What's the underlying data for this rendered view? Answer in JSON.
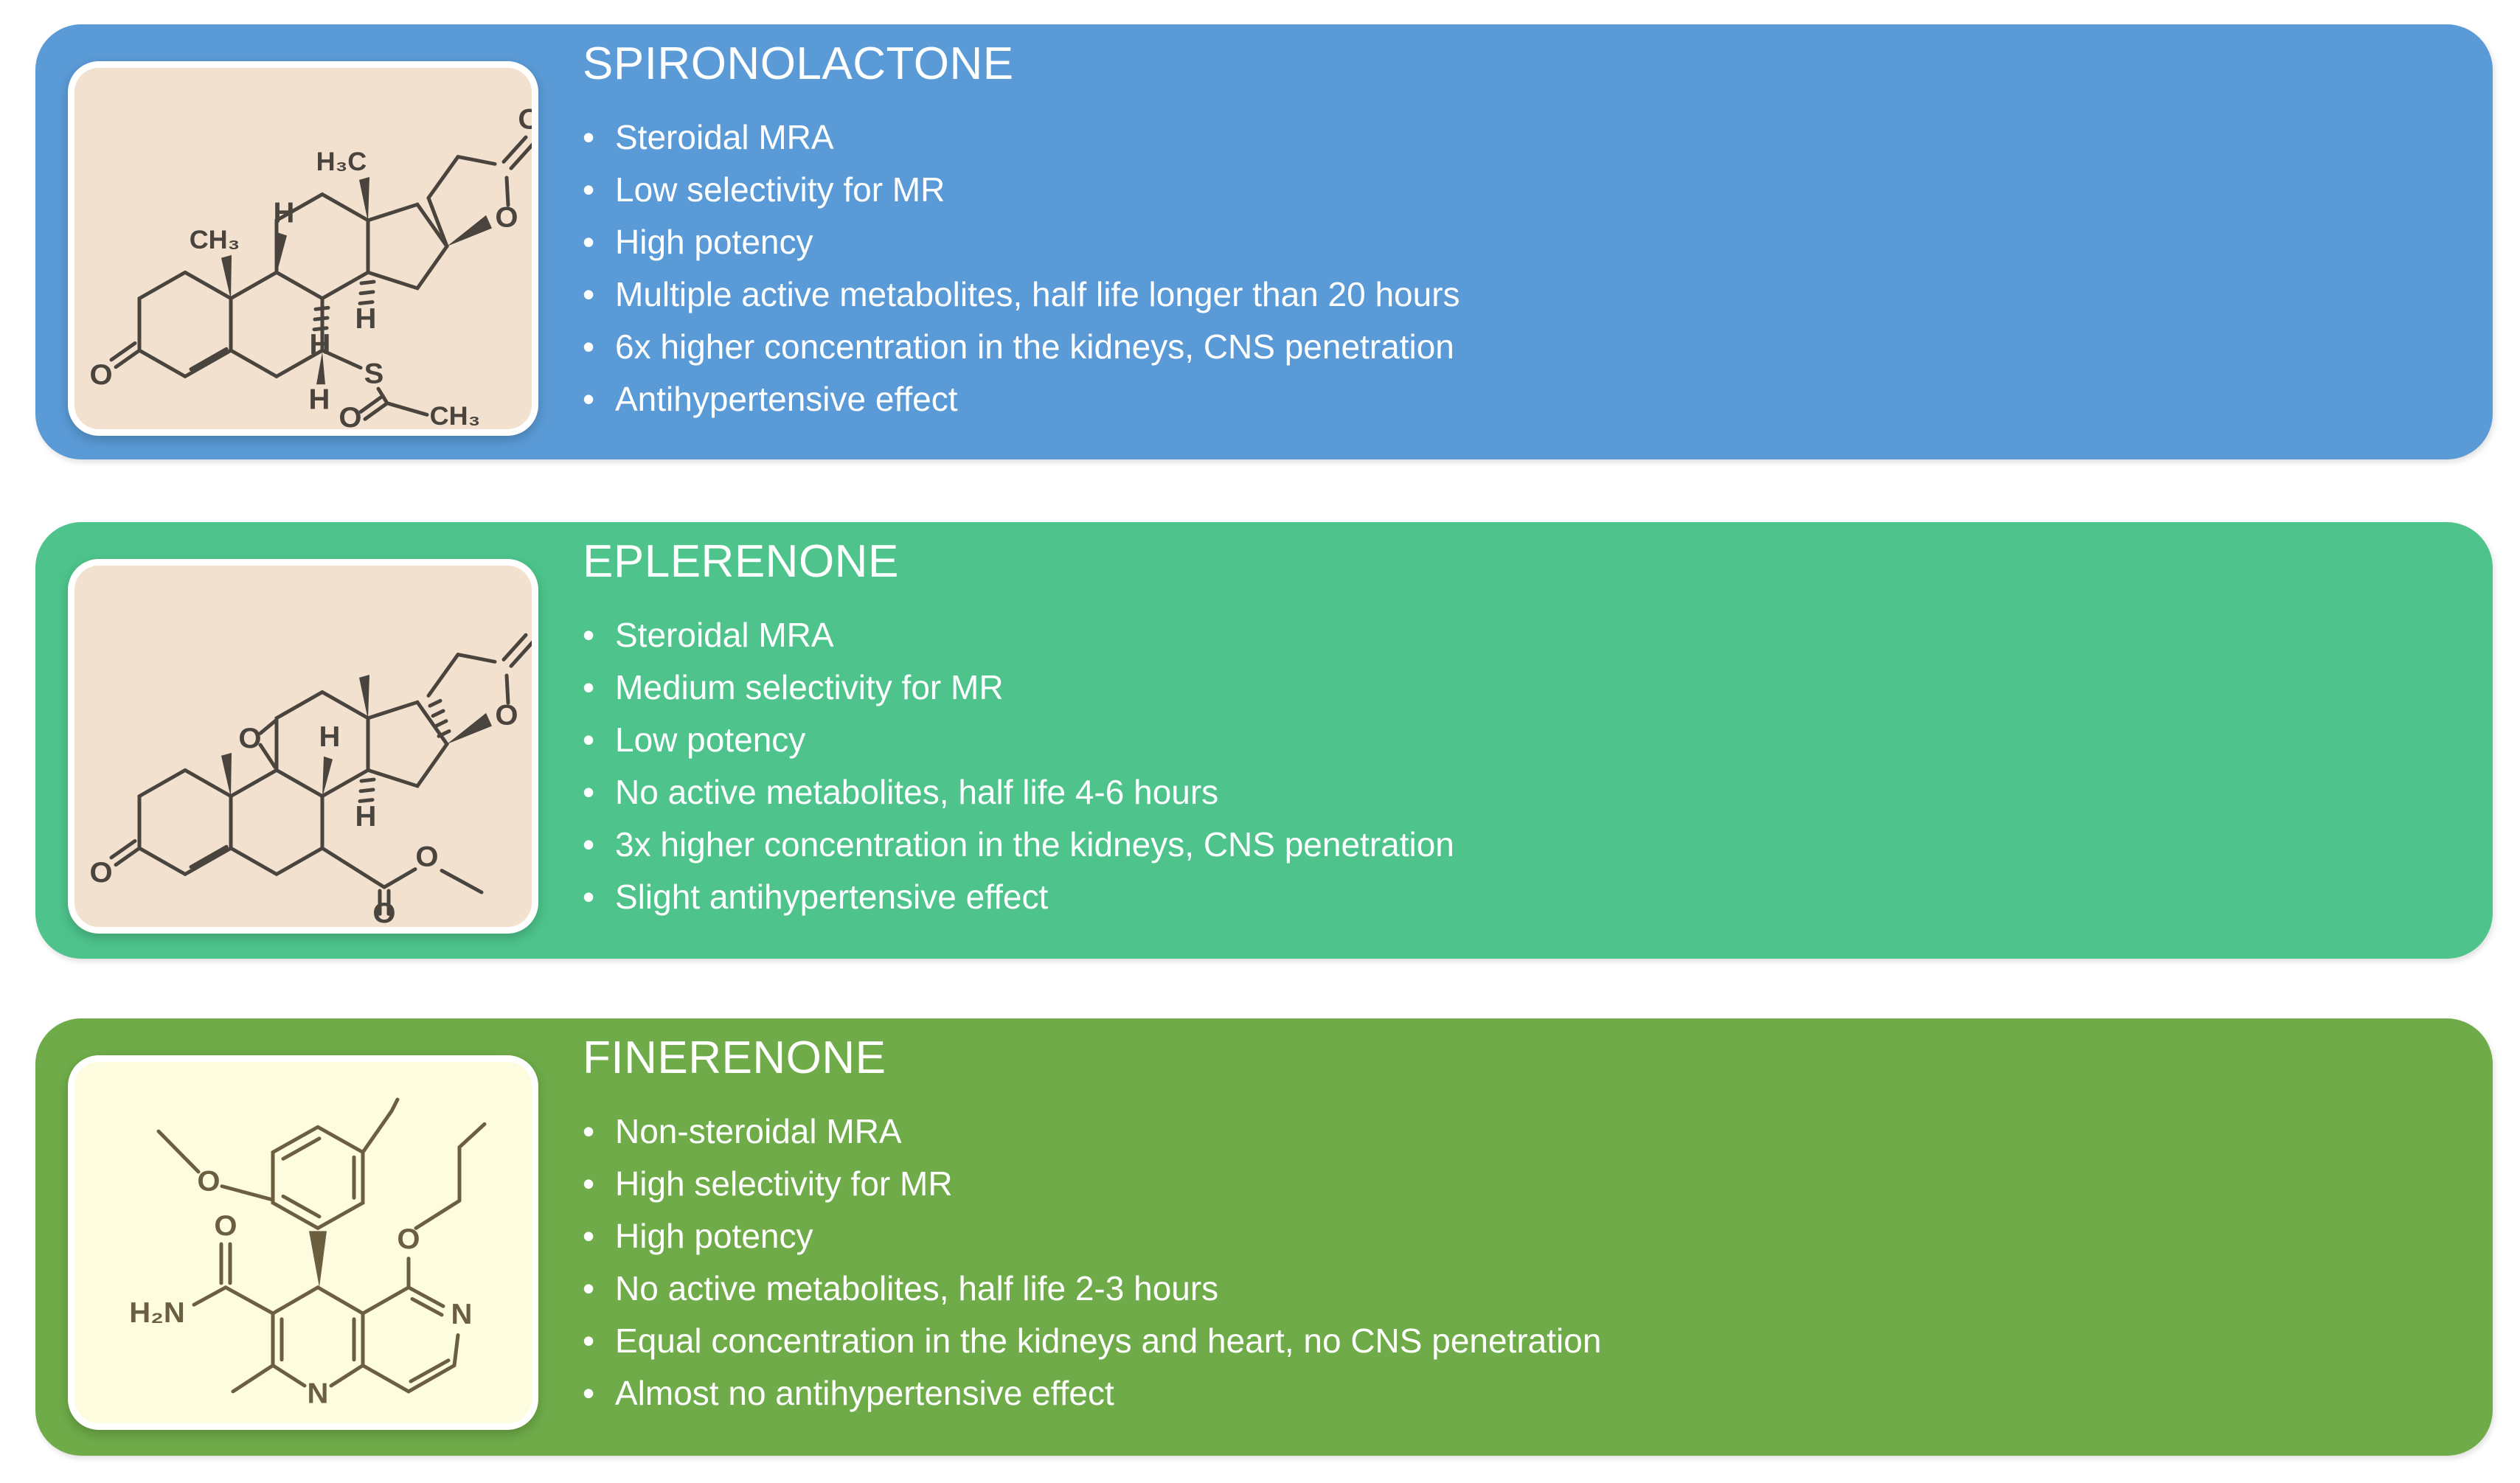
{
  "figure": {
    "description": "Comparison of mineralocorticoid receptor antagonists: spironolactone, eplerenone, finerenone"
  },
  "ui": {
    "bullet_char": "•"
  },
  "panels": [
    {
      "drug": "SPIRONOLACTONE",
      "panel_color": "#5a9bd7",
      "structure_bg": "#f3e1cf",
      "structure_stroke": "#49443d",
      "structure_alt": "Spironolactone chemical structure",
      "atoms": {
        "c13_methyl": "H₃C",
        "c10_methyl": "CH₃",
        "h_c8": "H",
        "h_c9": "H",
        "h_c14": "H",
        "h_c7": "H",
        "lactone_ring_o": "O",
        "lactone_carbonyl_o": "O",
        "ketone_o": "O",
        "thioester_s": "S",
        "acetyl_o": "O",
        "acetyl_methyl": "CH₃"
      },
      "bullets": [
        "Steroidal MRA",
        "Low selectivity for MR",
        "High potency",
        "Multiple active metabolites, half life longer than 20 hours",
        "6x higher concentration in the kidneys, CNS penetration",
        "Antihypertensive effect"
      ]
    },
    {
      "drug": "EPLERENONE",
      "panel_color": "#4ec48c",
      "structure_bg": "#f3e1cf",
      "structure_stroke": "#49443d",
      "structure_alt": "Eplerenone chemical structure",
      "atoms": {
        "epoxide_o": "O",
        "h_c8": "H",
        "h_c14": "H",
        "ketone_o": "O",
        "ester_carbonyl_o": "O",
        "ester_o": "O",
        "lactone_ring_o": "O"
      },
      "bullets": [
        "Steroidal MRA",
        "Medium selectivity for MR",
        "Low potency",
        "No active metabolites, half life 4-6 hours",
        "3x higher concentration in the kidneys, CNS penetration",
        "Slight antihypertensive effect"
      ]
    },
    {
      "drug": "FINERENONE",
      "panel_color": "#6fac49",
      "structure_bg": "#fdfcdf",
      "structure_stroke": "#6b5f40",
      "structure_alt": "Finerenone chemical structure",
      "atoms": {
        "methoxy_o": "O",
        "amide_o": "O",
        "amide_n": "H₂N",
        "ethoxy_o": "O",
        "ring_n_right": "N",
        "ring_n_bottom": "N"
      },
      "bullets": [
        "Non-steroidal MRA",
        "High selectivity for MR",
        "High potency",
        "No active metabolites, half life 2-3 hours",
        "Equal concentration in the kidneys and heart, no CNS penetration",
        "Almost no antihypertensive effect"
      ]
    }
  ]
}
